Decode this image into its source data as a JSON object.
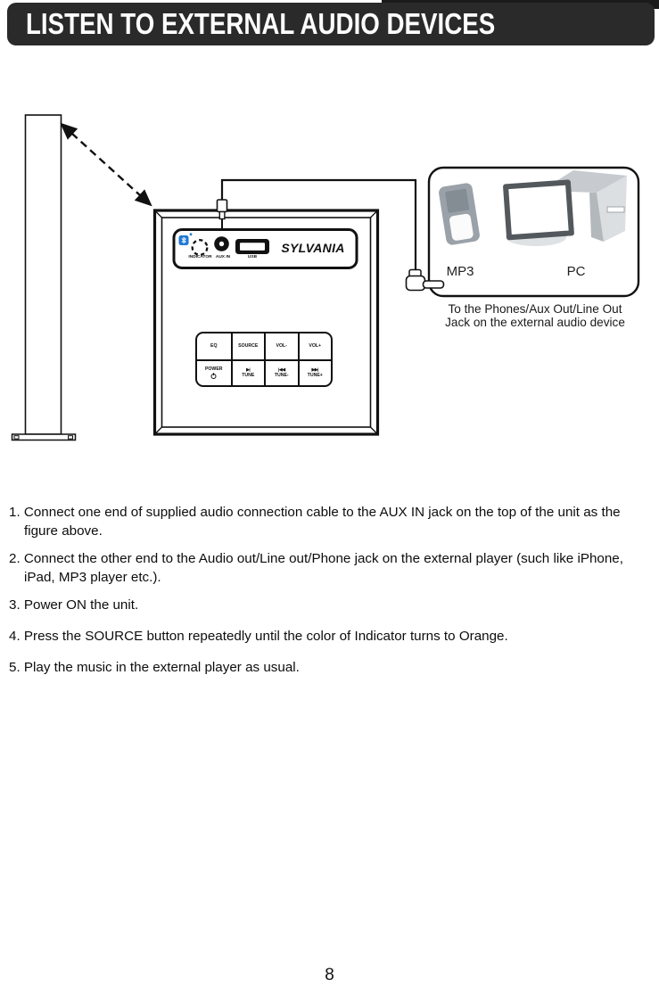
{
  "header": {
    "title": "LISTEN TO EXTERNAL AUDIO DEVICES"
  },
  "diagram": {
    "panel": {
      "brand": "SYLVANIA",
      "labels": {
        "indicator": "INDICATOR",
        "aux_in": "AUX IN",
        "usb": "USB"
      },
      "buttons": {
        "eq": "EQ",
        "source": "SOURCE",
        "vol_minus": "VOL-",
        "vol_plus": "VOL+",
        "power": "POWER",
        "tune": "TUNE",
        "tune_minus": "TUNE-",
        "tune_plus": "TUNE+",
        "tune_icon": "▶|",
        "tune_minus_icon": "|◀◀",
        "tune_plus_icon": "▶▶|"
      }
    },
    "devices": {
      "mp3": "MP3",
      "pc": "PC"
    },
    "caption": {
      "line1": "To the Phones/Aux Out/Line Out",
      "line2": "Jack on the external audio device"
    }
  },
  "instructions": {
    "item1": "1. Connect one end of supplied audio connection cable to the AUX IN  jack on the top of the unit as the figure above.",
    "item2": "2. Connect the other end to the Audio out/Line out/Phone jack on the external player (such like iPhone, iPad, MP3 player etc.).",
    "item3": "3. Power ON the unit.",
    "item4": "4. Press the SOURCE button repeatedly until the color of Indicator turns to Orange.",
    "item5": "5. Play the music in the external player as usual."
  },
  "page_number": "8",
  "colors": {
    "header_bg": "#2a2a2a",
    "bluetooth_blue": "#1c79d2"
  }
}
